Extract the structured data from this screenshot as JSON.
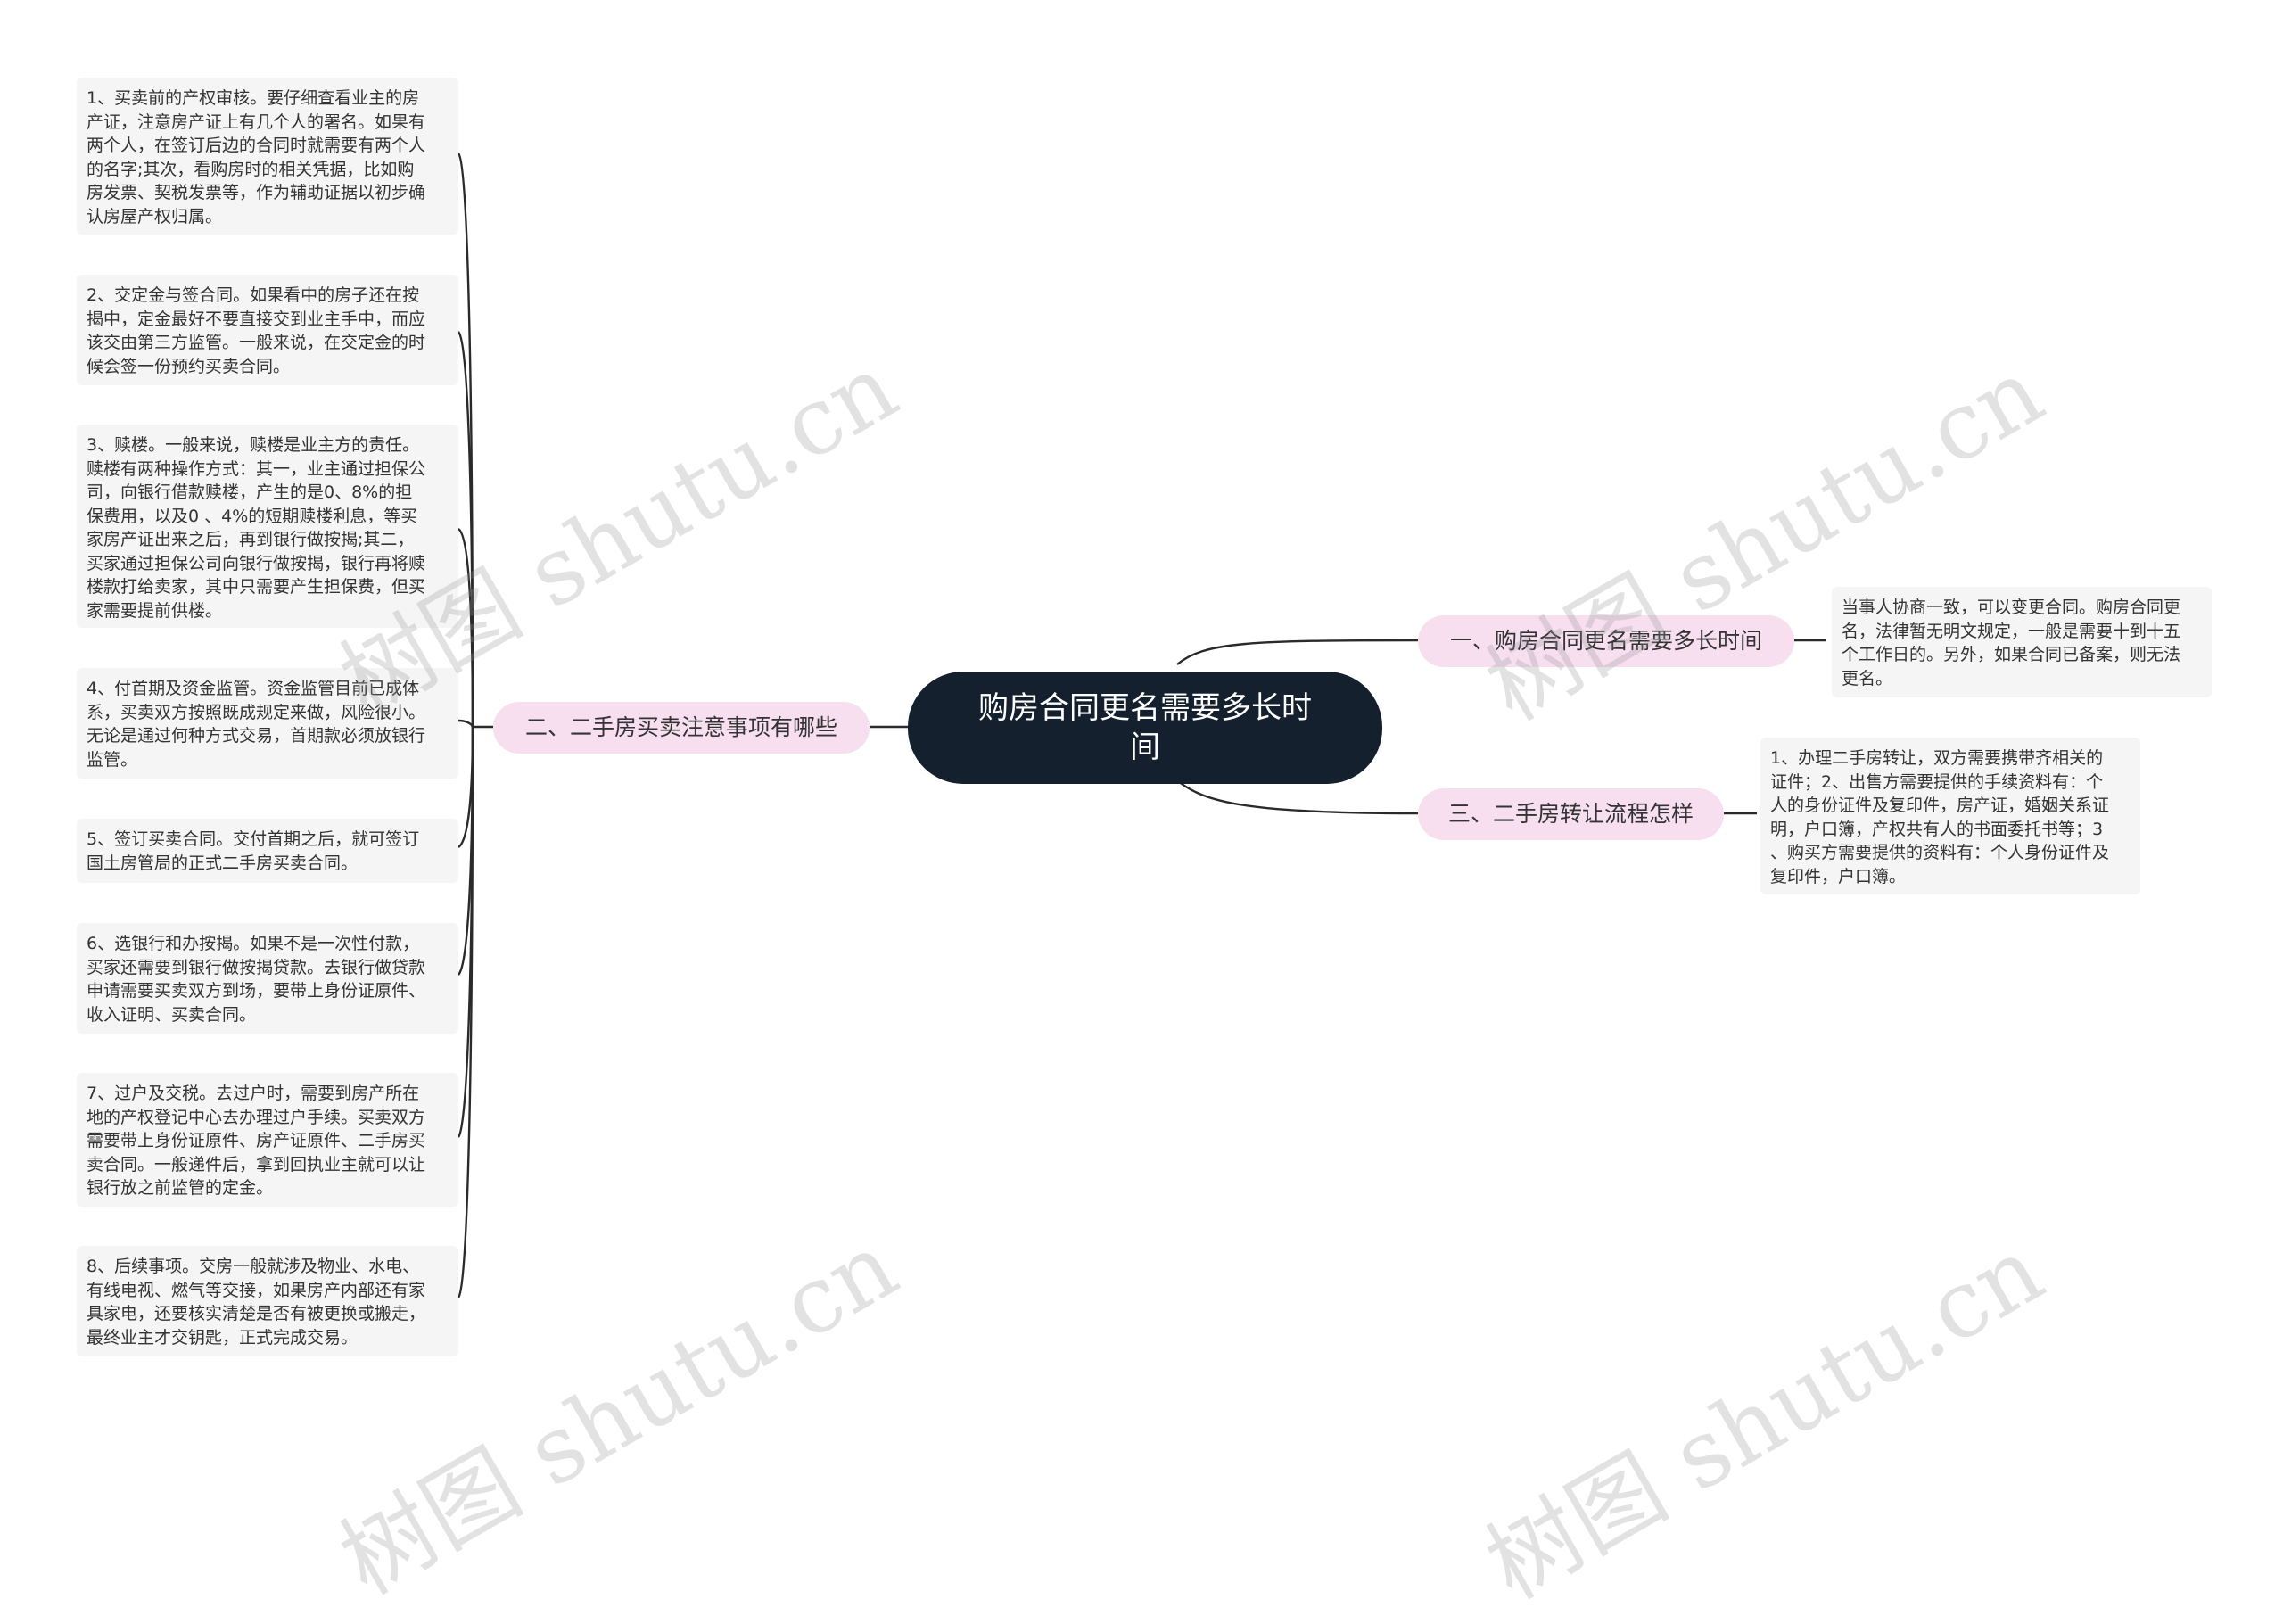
{
  "root": {
    "title": "购房合同更名需要多长时间"
  },
  "branches": {
    "left": {
      "label": "二、二手房买卖注意事项有哪些"
    },
    "right1": {
      "label": "一、购房合同更名需要多长时间"
    },
    "right2": {
      "label": "三、二手房转让流程怎样"
    }
  },
  "left_items": [
    "1、买卖前的产权审核。要仔细查看业主的房\n产证，注意房产证上有几个人的署名。如果有\n两个人，在签订后边的合同时就需要有两个人\n的名字;其次，看购房时的相关凭据，比如购\n房发票、契税发票等，作为辅助证据以初步确\n认房屋产权归属。",
    "2、交定金与签合同。如果看中的房子还在按\n揭中，定金最好不要直接交到业主手中，而应\n该交由第三方监管。一般来说，在交定金的时\n候会签一份预约买卖合同。",
    "3、赎楼。一般来说，赎楼是业主方的责任。\n赎楼有两种操作方式：其一，业主通过担保公\n司，向银行借款赎楼，产生的是0、8%的担\n保费用，以及0 、4%的短期赎楼利息，等买\n家房产证出来之后，再到银行做按揭;其二，\n买家通过担保公司向银行做按揭，银行再将赎\n楼款打给卖家，其中只需要产生担保费，但买\n家需要提前供楼。",
    "4、付首期及资金监管。资金监管目前已成体\n系，买卖双方按照既成规定来做，风险很小。\n无论是通过何种方式交易，首期款必须放银行\n监管。",
    "5、签订买卖合同。交付首期之后，就可签订\n国土房管局的正式二手房买卖合同。",
    "6、选银行和办按揭。如果不是一次性付款，\n买家还需要到银行做按揭贷款。去银行做贷款\n申请需要买卖双方到场，要带上身份证原件、\n收入证明、买卖合同。",
    "7、过户及交税。去过户时，需要到房产所在\n地的产权登记中心去办理过户手续。买卖双方\n需要带上身份证原件、房产证原件、二手房买\n卖合同。一般递件后，拿到回执业主就可以让\n银行放之前监管的定金。",
    "8、后续事项。交房一般就涉及物业、水电、\n有线电视、燃气等交接，如果房产内部还有家\n具家电，还要核实清楚是否有被更换或搬走，\n最终业主才交钥匙，正式完成交易。"
  ],
  "right1_item": "当事人协商一致，可以变更合同。购房合同更\n名，法律暂无明文规定，一般是需要十到十五\n个工作日的。另外，如果合同已备案，则无法\n更名。",
  "right2_item": "1、办理二手房转让，双方需要携带齐相关的\n证件；2、出售方需要提供的手续资料有：个\n人的身份证件及复印件，房产证，婚姻关系证\n明，户口簿，产权共有人的书面委托书等；3\n、购买方需要提供的资料有：个人身份证件及\n复印件，户口簿。",
  "watermark": "树图 shutu.cn",
  "colors": {
    "root_bg": "#14202e",
    "branch_bg": "#f7dff0",
    "leaf_bg": "#f5f5f5",
    "line": "#2a2a2a"
  }
}
